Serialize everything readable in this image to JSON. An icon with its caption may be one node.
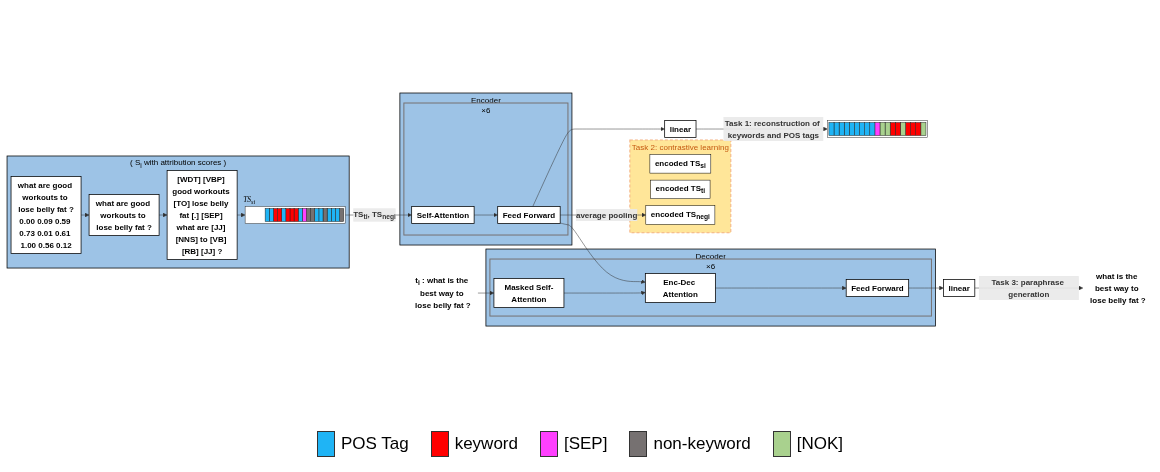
{
  "diagram": {
    "nodes": [
      {
        "text": [
          "( S$_{i}$ with attribution scores )"
        ]
      },
      {
        "text": [
          "what are good workouts to lose belly fat ?",
          "0.00 0.09 0.59 0.73 0.01 0.61 1.00 0.56 0.12"
        ],
        "in": 0
      },
      {
        "text": [
          "what are good workouts to lose belly fat ?"
        ],
        "in": 0
      },
      {
        "text": [
          "[WDT] [VBP] good workouts [TO] lose belly fat [.] [SEP] what are [JJ] [NNS] to [VB] [RB] [JJ] ?"
        ],
        "in": 0
      },
      {
        "text": [],
        "shape": "bar",
        "beside": [
          "TS$_{si}$"
        ],
        "in": 0
      },
      {
        "text": [
          "Encoder"
        ]
      },
      {
        "text": [],
        "shape": "box",
        "beside": [
          "×6"
        ],
        "in": 5
      },
      {
        "text": [
          "Feed Forward"
        ],
        "in": 6
      },
      {
        "text": [
          "Self-Attention"
        ],
        "in": 6
      },
      {
        "text": [
          "Task 2: contrastive learning"
        ]
      },
      {
        "text": [
          "encoded TS$_{si}$"
        ],
        "in": 9
      },
      {
        "text": [
          "encoded TS$_{ti}$"
        ],
        "in": 9
      },
      {
        "text": [
          "encoded TS$_{negi}$"
        ],
        "in": 9
      },
      {
        "text": [
          "linear"
        ]
      },
      {
        "text": [],
        "shape": "bar"
      },
      {
        "text": [
          "Decoder"
        ]
      },
      {
        "text": [],
        "shape": "box",
        "beside": [
          "×6"
        ],
        "in": 15
      },
      {
        "text": [
          "Feed Forward"
        ],
        "in": 16
      },
      {
        "text": [
          "Enc-Dec Attention"
        ],
        "in": 16
      },
      {
        "text": [
          "Masked Self-Attention"
        ],
        "in": 16
      },
      {
        "text": [
          "linear"
        ]
      },
      {
        "text": [
          "what is the best way to lose belly fat ?"
        ]
      },
      {
        "text": [
          "t$_{i}$ : what is the best way to lose belly fat ?"
        ]
      }
    ],
    "edges": [
      {
        "from": 1,
        "to": 2,
        "arrow": "to"
      },
      {
        "from": 2,
        "to": 3,
        "arrow": "to"
      },
      {
        "from": 3,
        "to": 4,
        "arrow": "to"
      },
      {
        "from": 4,
        "to": 8,
        "arrow": "to",
        "label": "TS$_{ti}$, TS$_{negi}$"
      },
      {
        "from": 8,
        "to": 7,
        "arrow": "to"
      },
      {
        "from": 7,
        "to": 13,
        "arrow": "to"
      },
      {
        "from": 13,
        "to": 14,
        "arrow": "to",
        "label": "Task 1: reconstruction of keywords and POS tags"
      },
      {
        "from": 7,
        "to": 12,
        "arrow": "to",
        "label": "average pooling"
      },
      {
        "from": 7,
        "to": 18,
        "arrow": "to"
      },
      {
        "from": 22,
        "to": 19,
        "arrow": "to"
      },
      {
        "from": 19,
        "to": 18,
        "arrow": "to"
      },
      {
        "from": 18,
        "to": 17,
        "arrow": "to"
      },
      {
        "from": 17,
        "to": 20,
        "arrow": "to"
      },
      {
        "from": 20,
        "to": 21,
        "arrow": "to",
        "label": "Task 3: paraphrase generation"
      }
    ],
    "legend": [
      {
        "text": "POS Tag",
        "color": "#1fb4f5"
      },
      {
        "text": "keyword",
        "color": "#ff0000"
      },
      {
        "text": "[SEP]",
        "color": "#ff40ff"
      },
      {
        "text": "non-keyword",
        "color": "#767171"
      },
      {
        "text": "[NOK]",
        "color": "#a9d18e"
      }
    ]
  }
}
